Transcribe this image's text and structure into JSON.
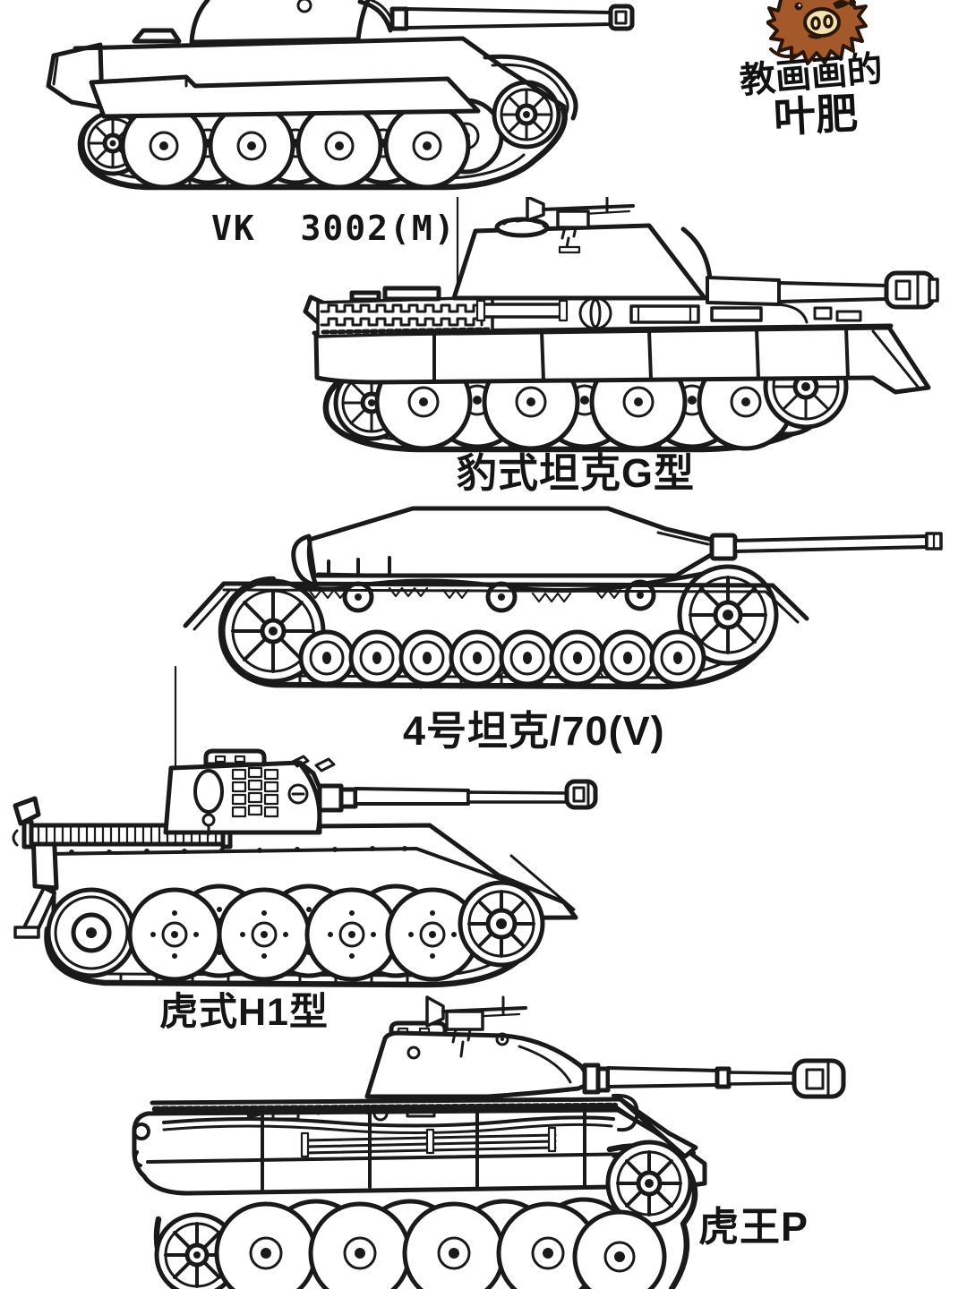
{
  "canvas": {
    "background": "#ffffff",
    "ink": "#1a1a1a",
    "label_color": "#151515"
  },
  "artist_badge": {
    "mascot": "boar-mascot",
    "line1": "教画画的",
    "line2": "叶肥",
    "fur_color": "#a4592a",
    "outline_color": "#2a160a",
    "snout_color": "#f4e3ae"
  },
  "tanks": [
    {
      "id": "vk-3002-m",
      "label": "VK  3002(M)"
    },
    {
      "id": "panther-g",
      "label": "豹式坦克G型"
    },
    {
      "id": "panzer-iv-70-v",
      "label": "4号坦克/70(V)"
    },
    {
      "id": "tiger-h1",
      "label": "虎式H1型"
    },
    {
      "id": "king-tiger-p",
      "label": "虎王P"
    }
  ]
}
